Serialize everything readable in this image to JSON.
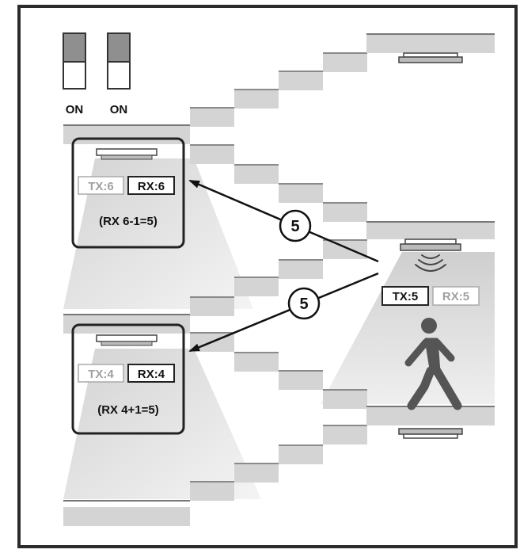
{
  "switches": [
    {
      "label": "ON"
    },
    {
      "label": "ON"
    }
  ],
  "upper_sensor": {
    "tx_label": "TX:6",
    "rx_label": "RX:6",
    "formula": "(RX 6-1=5)"
  },
  "lower_sensor": {
    "tx_label": "TX:4",
    "rx_label": "RX:4",
    "formula": "(RX 4+1=5)"
  },
  "center_sensor": {
    "tx_label": "TX:5",
    "rx_label": "RX:5"
  },
  "signal_badges": [
    {
      "value": "5"
    },
    {
      "value": "5"
    }
  ],
  "colors": {
    "frame": "#2b2b2b",
    "step": "#d4d4d4",
    "step_edge": "#8a8a8a",
    "light_cone": "#dcdcdc",
    "person": "#555555",
    "muted_label": "#a0a0a0"
  }
}
